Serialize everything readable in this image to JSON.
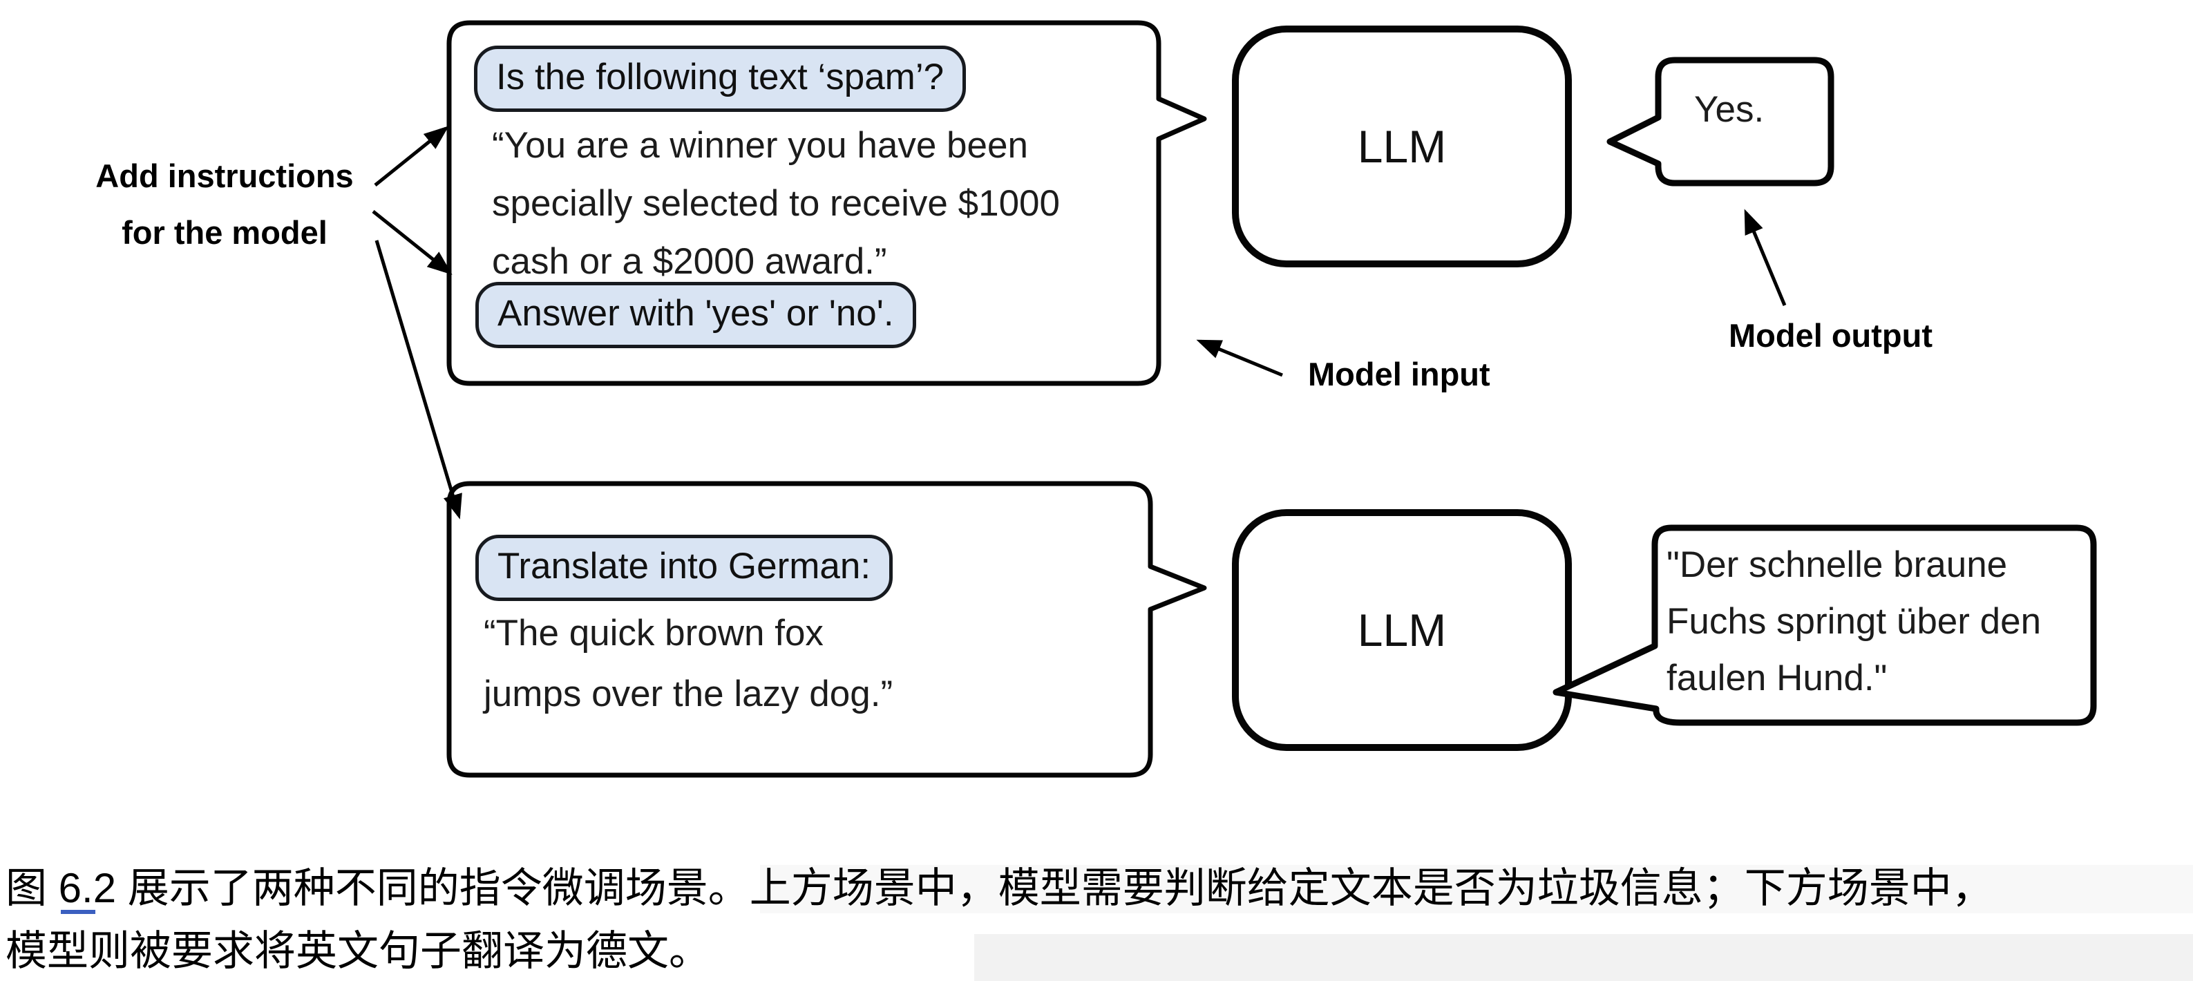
{
  "figure": {
    "annotations": {
      "add_instructions_line1": "Add instructions",
      "add_instructions_line2": "for the model",
      "model_input": "Model input",
      "model_output": "Model output"
    },
    "spam": {
      "instruction_top": "Is the following text ‘spam’?",
      "body_lines": [
        "“You are a winner you have been",
        "specially selected to receive $1000",
        "cash or a $2000 award.”"
      ],
      "instruction_bottom": "Answer with 'yes' or 'no'.",
      "llm_label": "LLM",
      "output": "Yes."
    },
    "translate": {
      "instruction": "Translate into German:",
      "body_lines": [
        "“The quick brown fox",
        "jumps over the lazy dog.”"
      ],
      "llm_label": "LLM",
      "output_lines": [
        "\"Der schnelle braune",
        "Fuchs springt über den",
        "faulen Hund.\""
      ]
    },
    "colors": {
      "pill_fill": "#d9e4f3",
      "pill_border": "#171a1f",
      "ink": "#000000",
      "link_blue": "#3b5fc0"
    }
  },
  "caption": {
    "lines": [
      "图 6.2 展示了两种不同的指令微调场景。上方场景中，模型需要判断给定文本是否为垃圾信息；下方场景中，",
      "模型则被要求将英文句子翻译为德文。"
    ]
  }
}
